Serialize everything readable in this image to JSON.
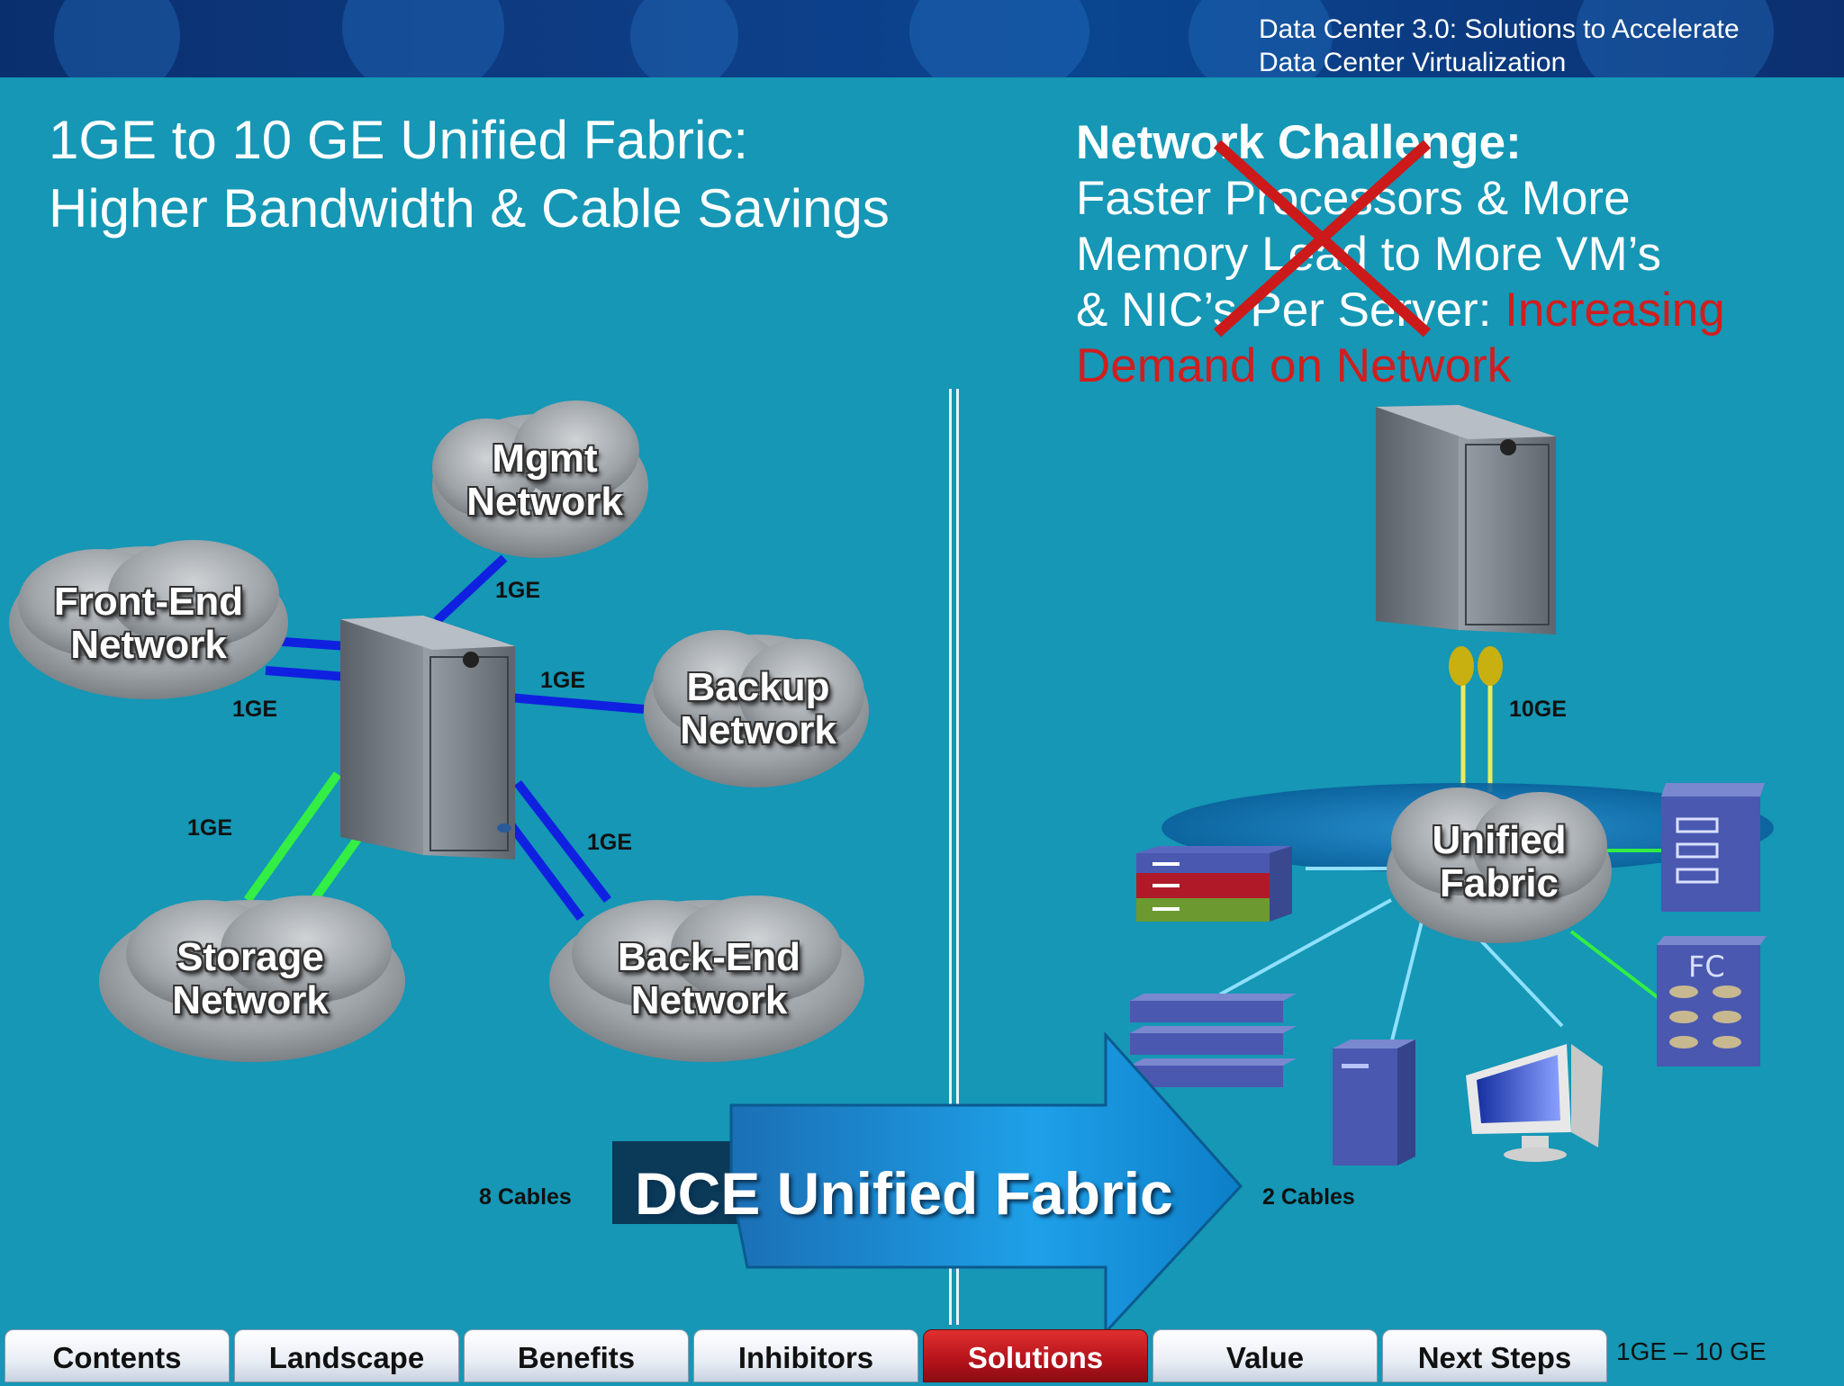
{
  "header": {
    "line1": "Data Center 3.0: Solutions to Accelerate",
    "line2": "Data Center Virtualization"
  },
  "title": {
    "line1": "1GE to 10 GE Unified Fabric:",
    "line2": "Higher Bandwidth & Cable Savings"
  },
  "challenge": {
    "heading": "Network Challenge:",
    "line1": "Faster Processors & More",
    "line2": "Memory Lead to More VM’s",
    "line3_prefix": "& NIC’s Per Server: ",
    "line3_red": "Increasing",
    "line4_red": "Demand on Network"
  },
  "left_diagram": {
    "clouds": [
      {
        "line1": "Mgmt",
        "line2": "Network"
      },
      {
        "line1": "Front-End",
        "line2": "Network"
      },
      {
        "line1": "Backup",
        "line2": "Network"
      },
      {
        "line1": "Storage",
        "line2": "Network"
      },
      {
        "line1": "Back-End",
        "line2": "Network"
      }
    ],
    "link_labels": [
      "1GE",
      "1GE",
      "1GE",
      "1GE",
      "1GE"
    ],
    "cables_label": "8 Cables"
  },
  "right_diagram": {
    "uplink_label": "10GE",
    "fabric_line1": "Unified",
    "fabric_line2": "Fabric",
    "fc_label": "FC",
    "cables_label": "2 Cables"
  },
  "arrow_label": "DCE Unified Fabric",
  "tabs": [
    "Contents",
    "Landscape",
    "Benefits",
    "Inhibitors",
    "Solutions",
    "Value",
    "Next Steps"
  ],
  "active_tab": "Solutions",
  "footer": "1GE – 10 GE",
  "colors": {
    "background": "#1597b5",
    "accent_red": "#d01e1e",
    "link_blue": "#1020e0",
    "link_green": "#33ee44",
    "link_yellow": "#e8ec60"
  }
}
